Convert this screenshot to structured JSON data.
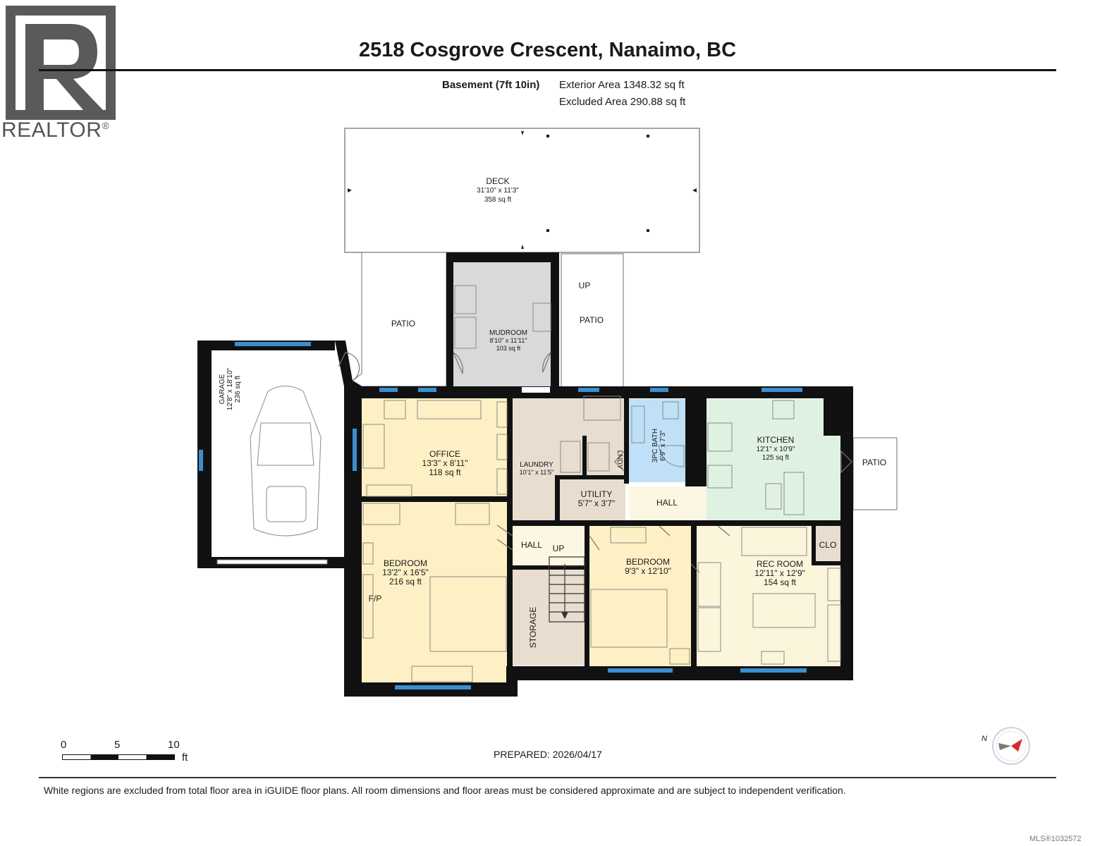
{
  "brand": {
    "name": "REALTOR",
    "registered": "®"
  },
  "header": {
    "address": "2518 Cosgrove Crescent, Nanaimo, BC",
    "level": "Basement (7ft 10in)",
    "exterior_area": "Exterior Area 1348.32 sq ft",
    "excluded_area": "Excluded Area 290.88 sq ft"
  },
  "rooms": {
    "deck": {
      "name": "DECK",
      "dims": "31'10\" x 11'3\"",
      "area": "358 sq ft"
    },
    "garage": {
      "name": "GARAGE",
      "dims": "12'8\" x 18'10\"",
      "area": "236 sq ft"
    },
    "mudroom": {
      "name": "MUDROOM",
      "dims": "8'10\" x 11'11\"",
      "area": "103 sq ft"
    },
    "office": {
      "name": "OFFICE",
      "dims": "13'3\" x 8'11\"",
      "area": "118 sq ft"
    },
    "laundry": {
      "name": "LAUNDRY",
      "dims": "10'1\" x 11'5\""
    },
    "bath": {
      "name": "3PC BATH",
      "dims": "6'9\" x 7'3\""
    },
    "kitchen": {
      "name": "KITCHEN",
      "dims": "12'1\" x 10'9\"",
      "area": "125 sq ft"
    },
    "utility": {
      "name": "UTILITY",
      "dims": "5'7\" x 3'7\""
    },
    "bedroom1": {
      "name": "BEDROOM",
      "dims": "13'2\" x 16'5\"",
      "area": "216 sq ft"
    },
    "bedroom2": {
      "name": "BEDROOM",
      "dims": "9'3\" x 12'10\""
    },
    "rec_room": {
      "name": "REC ROOM",
      "dims": "12'11\" x 12'9\"",
      "area": "154 sq ft"
    }
  },
  "labels": {
    "patio_left": "PATIO",
    "patio_middle": "PATIO",
    "patio_right": "PATIO",
    "up_top": "UP",
    "up_stairs": "UP",
    "hall_left": "HALL",
    "hall_right": "HALL",
    "storage": "STORAGE",
    "lndy": "LNDY",
    "clo": "CLO",
    "fp": "F/P"
  },
  "scale": {
    "labels": [
      "0",
      "5",
      "10"
    ],
    "unit": "ft"
  },
  "footer": {
    "prepared": "PREPARED: 2026/04/17",
    "disclaimer": "White regions are excluded from total floor area in iGUIDE floor plans. All room dimensions and floor areas must be considered approximate and are subject to independent verification.",
    "mls": "MLS®1032572"
  },
  "compass": {
    "label": "N"
  },
  "colors": {
    "wall": "#111111",
    "window": "#3a8fd0",
    "office": "#fdf0c4",
    "bedroom": "#fdf0c4",
    "mudroom": "#d9d9d9",
    "laundry": "#e8ddcf",
    "bath": "#bfe0f7",
    "kitchen": "#dff2e2",
    "rec_room": "#fbf5dc",
    "hall": "#fbf7e3",
    "clo": "#e8ddcf"
  }
}
